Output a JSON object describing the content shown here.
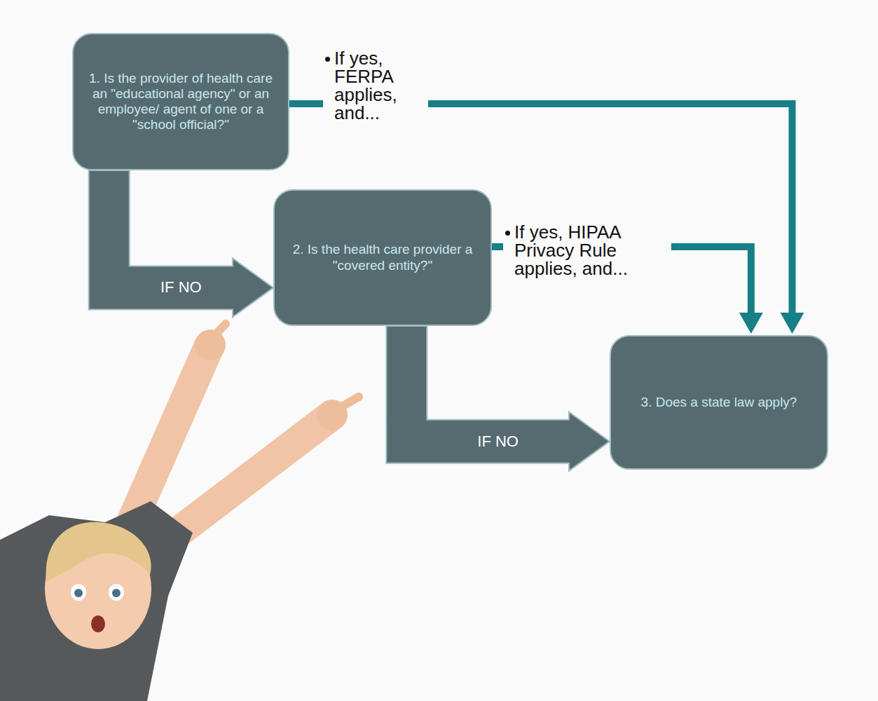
{
  "diagram": {
    "nodes": [
      {
        "text": [
          "1. Is the provider of health care an \"educational agency\" or an employee/ agent of one or a \"school official?\""
        ]
      },
      {
        "text": [
          "2. Is the health care provider a \"covered entity?\""
        ]
      },
      {
        "text": [
          "3. Does a state law apply?"
        ]
      }
    ],
    "edges": [
      {
        "from": 0,
        "to": 1,
        "arrow": "to",
        "label": "IF NO"
      },
      {
        "from": 0,
        "to": 2,
        "arrow": "to",
        "label": "If yes, FERPA applies, and..."
      },
      {
        "from": 1,
        "to": 2,
        "arrow": "to",
        "label": "If yes, HIPAA Privacy Rule applies, and..."
      },
      {
        "from": 1,
        "to": 2,
        "arrow": "to",
        "label": "IF NO"
      }
    ]
  }
}
